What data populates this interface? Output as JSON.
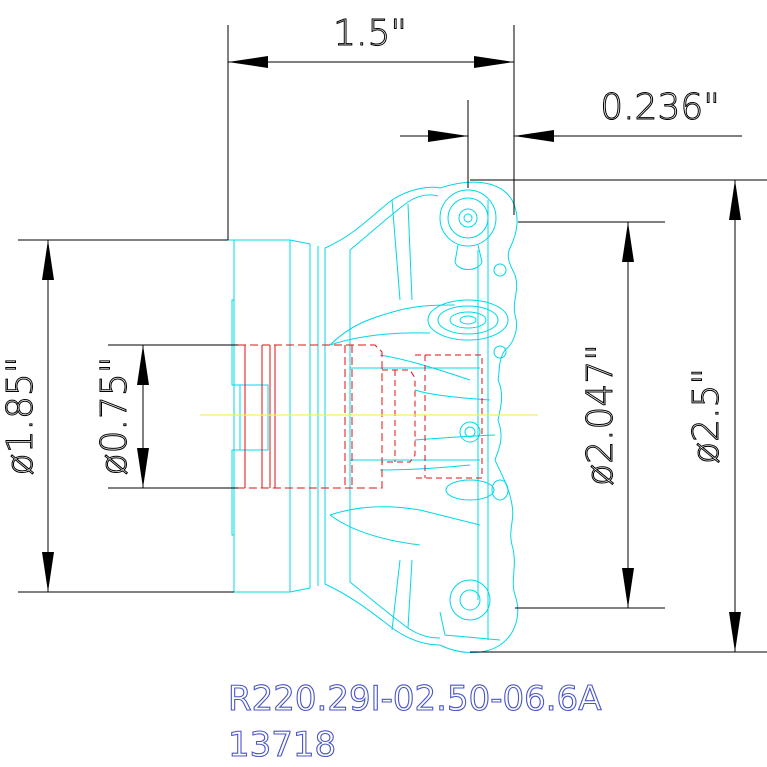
{
  "dimensions": {
    "overall_length": "1.5\"",
    "insert_offset": "0.236\"",
    "shank_diameter": "ø1.85\"",
    "bore_diameter": "ø0.75\"",
    "body_diameter": "ø2.047\"",
    "cutting_diameter": "ø2.5\""
  },
  "part": {
    "number": "R220.29I-02.50-06.6A",
    "code": "13718"
  },
  "colors": {
    "dimension": "#000000",
    "body_outline": "#00d8e8",
    "hidden_bore": "#e01010",
    "centerline": "#f0f060",
    "part_text": "#4a55c8"
  }
}
